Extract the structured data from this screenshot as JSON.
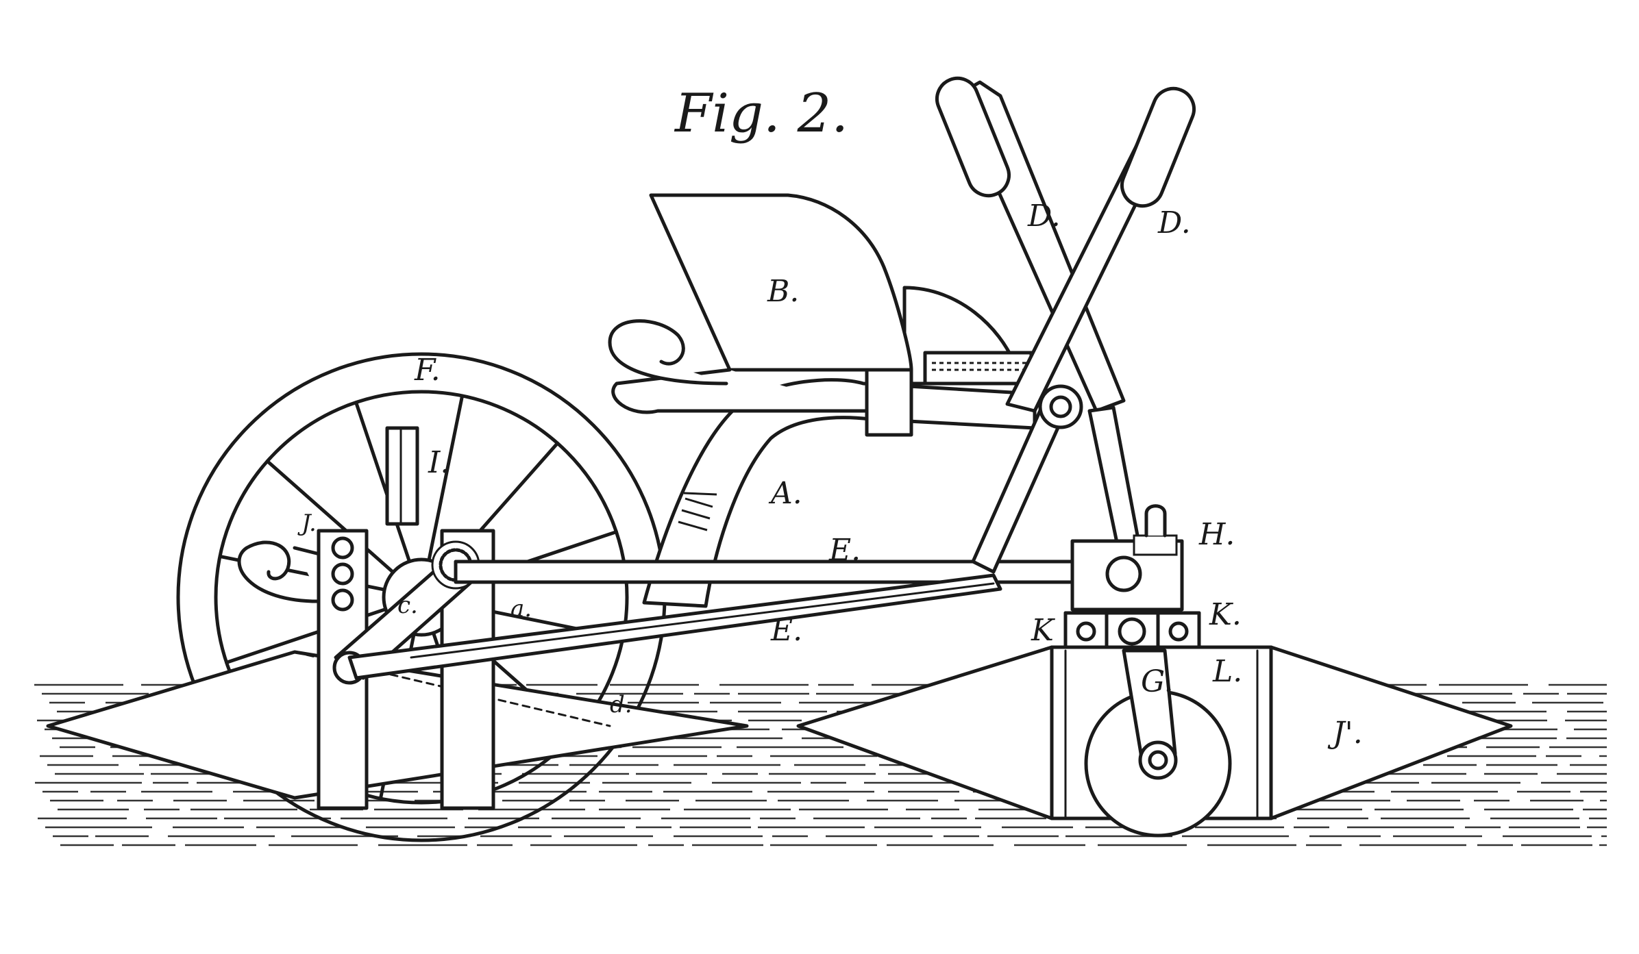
{
  "figure": {
    "title": "Fig. 2.",
    "ink_color": "#1a1a1a",
    "background_color": "#ffffff"
  },
  "labels": {
    "A": "A.",
    "B": "B.",
    "D_left": "D.",
    "D_right": "D.",
    "E_upper": "E.",
    "E_lower": "E.",
    "F": "F.",
    "I": "I.",
    "H": "H.",
    "K_left": "K",
    "K_right": "K.",
    "G": "G.",
    "L": "L.",
    "J_left": "J.",
    "J_right": "J'.",
    "small_c": "c.",
    "small_a": "a.",
    "small_d": "d."
  }
}
